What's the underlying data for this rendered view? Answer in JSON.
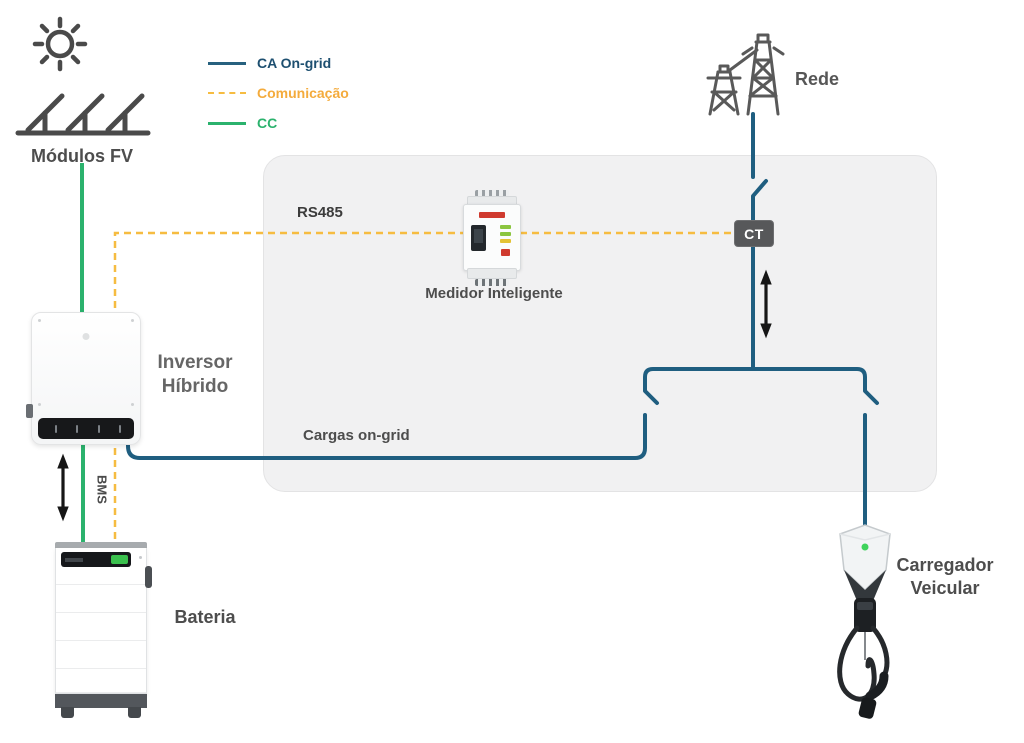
{
  "diagram": {
    "legend": {
      "items": [
        {
          "id": "ac",
          "label": "CA On-grid",
          "color": "#1f5e80",
          "style": "solid"
        },
        {
          "id": "comm",
          "label": "Comunicação",
          "color": "#f6bc41",
          "style": "dashed"
        },
        {
          "id": "dc",
          "label": "CC",
          "color": "#2bb26d",
          "style": "solid"
        }
      ]
    },
    "labels": {
      "pv": "Módulos FV",
      "grid": "Rede",
      "rs485": "RS485",
      "meter": "Medidor Inteligente",
      "inverter": "Inversor\nHíbrido",
      "bms": "BMS",
      "loads": "Cargas on-grid",
      "battery": "Bateria",
      "ct": "CT",
      "ev": "Carregador\nVeicular"
    },
    "colors": {
      "ac_wire": "#1f5e80",
      "comm_wire": "#f6bc41",
      "dc_wire": "#2bb26d",
      "label_text": "#4d4d4d",
      "box_fill": "#f1f1f2",
      "ct_badge": "#57585a",
      "arrow": "#161616"
    }
  }
}
